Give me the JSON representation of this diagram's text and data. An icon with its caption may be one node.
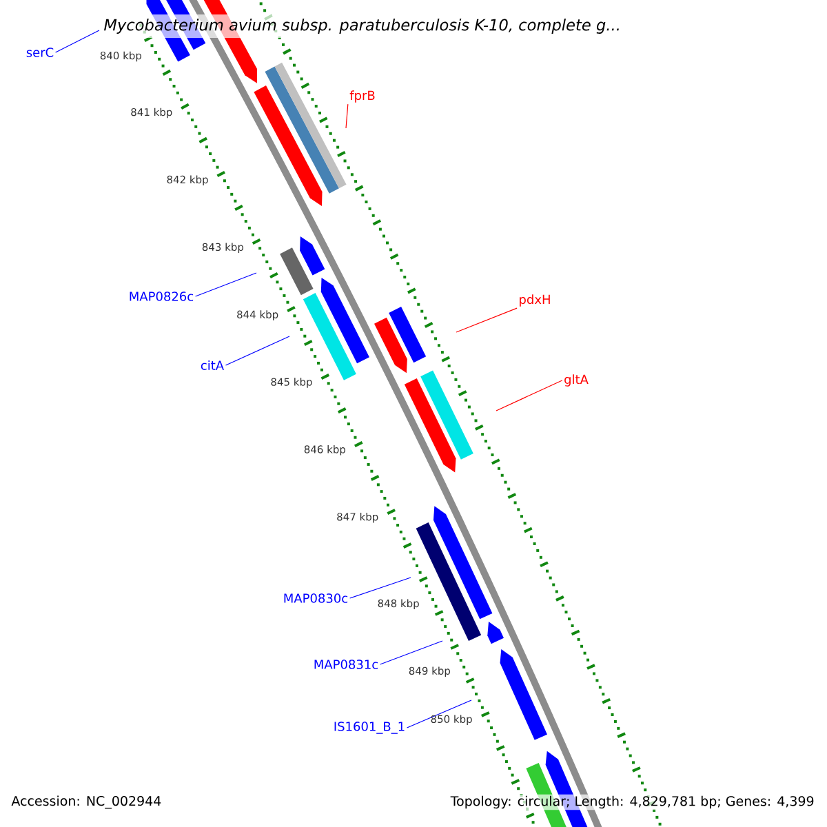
{
  "diagram": {
    "title": "Mycobacterium avium subsp. paratuberculosis K-10, complete g...",
    "nodes": [
      {
        "text": [
          "serC"
        ]
      },
      {
        "text": [
          "fprB"
        ]
      },
      {
        "text": [
          "MAP0826c"
        ]
      },
      {
        "text": [
          "citA"
        ]
      },
      {
        "text": [
          "pdxH"
        ]
      },
      {
        "text": [
          "gltA"
        ]
      },
      {
        "text": [
          "MAP0830c"
        ]
      },
      {
        "text": [
          "MAP0831c"
        ]
      },
      {
        "text": [
          "IS1601_B_1"
        ]
      }
    ],
    "edges": [
      {
        "from": 0,
        "to": null,
        "arrow": "none"
      },
      {
        "from": 1,
        "to": null,
        "arrow": "none",
        "color": "#ff0000"
      },
      {
        "from": 2,
        "to": null,
        "arrow": "none"
      },
      {
        "from": 3,
        "to": null,
        "arrow": "none"
      },
      {
        "from": 4,
        "to": null,
        "arrow": "none",
        "color": "#ff0000"
      },
      {
        "from": 5,
        "to": null,
        "arrow": "none",
        "color": "#ff0000"
      },
      {
        "from": 6,
        "to": null,
        "arrow": "none"
      },
      {
        "from": 7,
        "to": null,
        "arrow": "none"
      },
      {
        "from": 8,
        "to": null,
        "arrow": "none"
      }
    ],
    "labels": [
      "840 kbp",
      "841 kbp",
      "842 kbp",
      "843 kbp",
      "844 kbp",
      "845 kbp",
      "846 kbp",
      "847 kbp",
      "848 kbp",
      "849 kbp",
      "850 kbp",
      "Accession: NC_002944",
      "Topology: circular; Length: 4,829,781 bp; Genes: 4,399"
    ]
  }
}
